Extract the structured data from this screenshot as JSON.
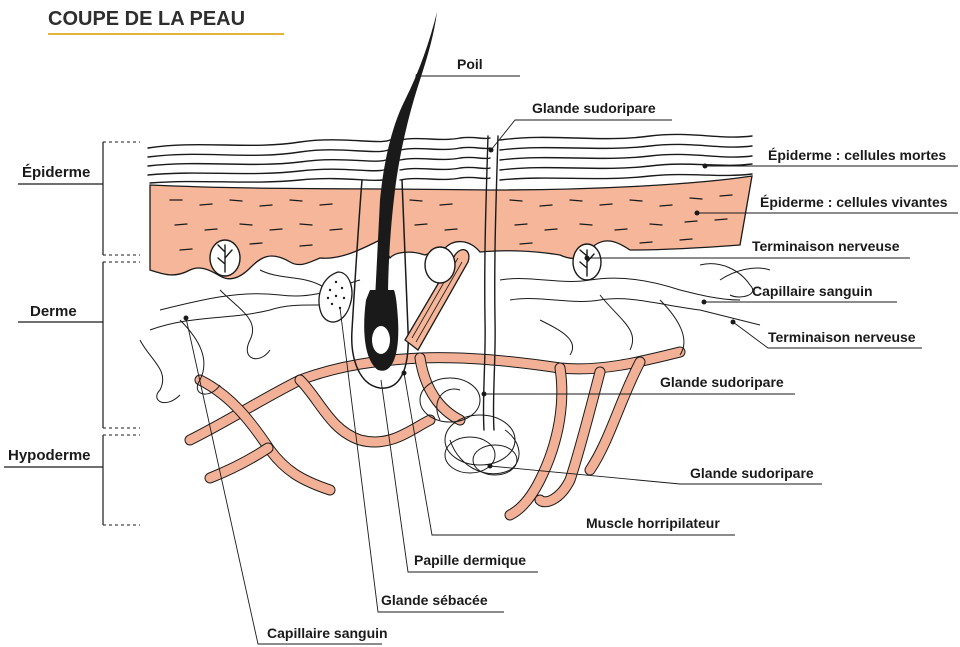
{
  "title": "COUPE DE LA PEAU",
  "accent_color": "#e2b43b",
  "skin_color": "#f5b699",
  "layers": {
    "epidermis": "Épiderme",
    "dermis": "Derme",
    "hypodermis": "Hypoderme"
  },
  "labels": {
    "hair": "Poil",
    "sweat_gland_top": "Glande sudoripare",
    "epidermis_dead": "Épiderme : cellules mortes",
    "epidermis_living": "Épiderme : cellules vivantes",
    "nerve_ending_1": "Terminaison nerveuse",
    "capillary_right": "Capillaire sanguin",
    "nerve_ending_2": "Terminaison nerveuse",
    "sweat_gland_mid": "Glande sudoripare",
    "sweat_gland_low": "Glande sudoripare",
    "arrector_muscle": "Muscle horripilateur",
    "dermal_papilla": "Papille dermique",
    "sebaceous_gland": "Glande sébacée",
    "capillary_bottom": "Capillaire sanguin"
  }
}
